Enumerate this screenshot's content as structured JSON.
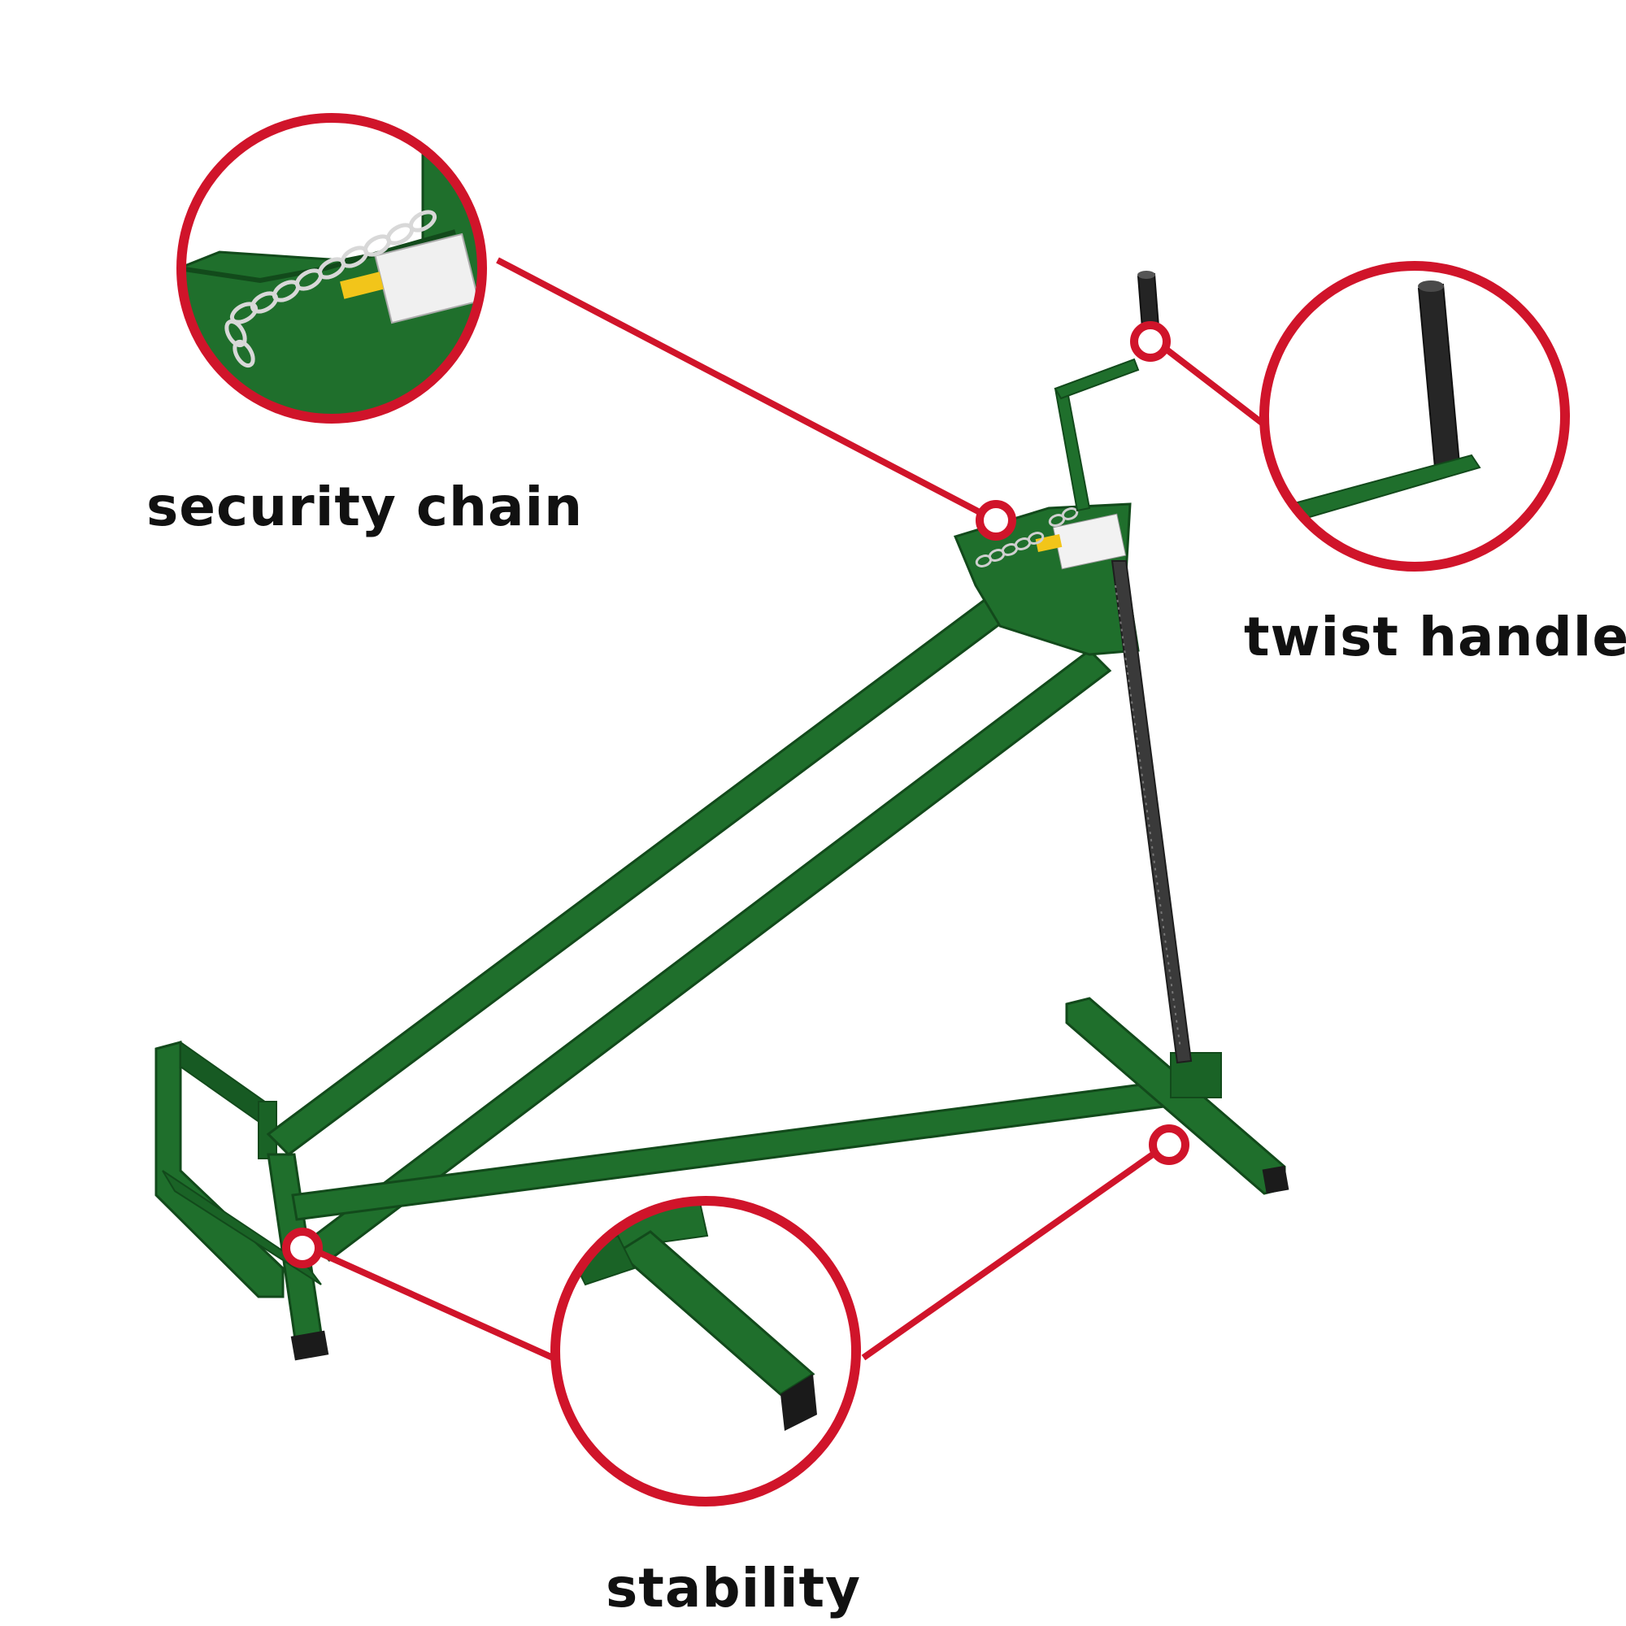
{
  "callouts": {
    "security_chain": {
      "label": "security chain"
    },
    "twist_handle": {
      "label": "twist handle"
    },
    "stability": {
      "label": "stability"
    }
  },
  "colors": {
    "frame_green": "#1f6f2c",
    "frame_dark": "#124a1b",
    "callout_red": "#d0142a",
    "screw_gray": "#3a3a3a",
    "label_text": "#111111"
  },
  "icons": {
    "chain": "chain-icon",
    "handle": "handle-icon",
    "foot": "foot-icon"
  }
}
